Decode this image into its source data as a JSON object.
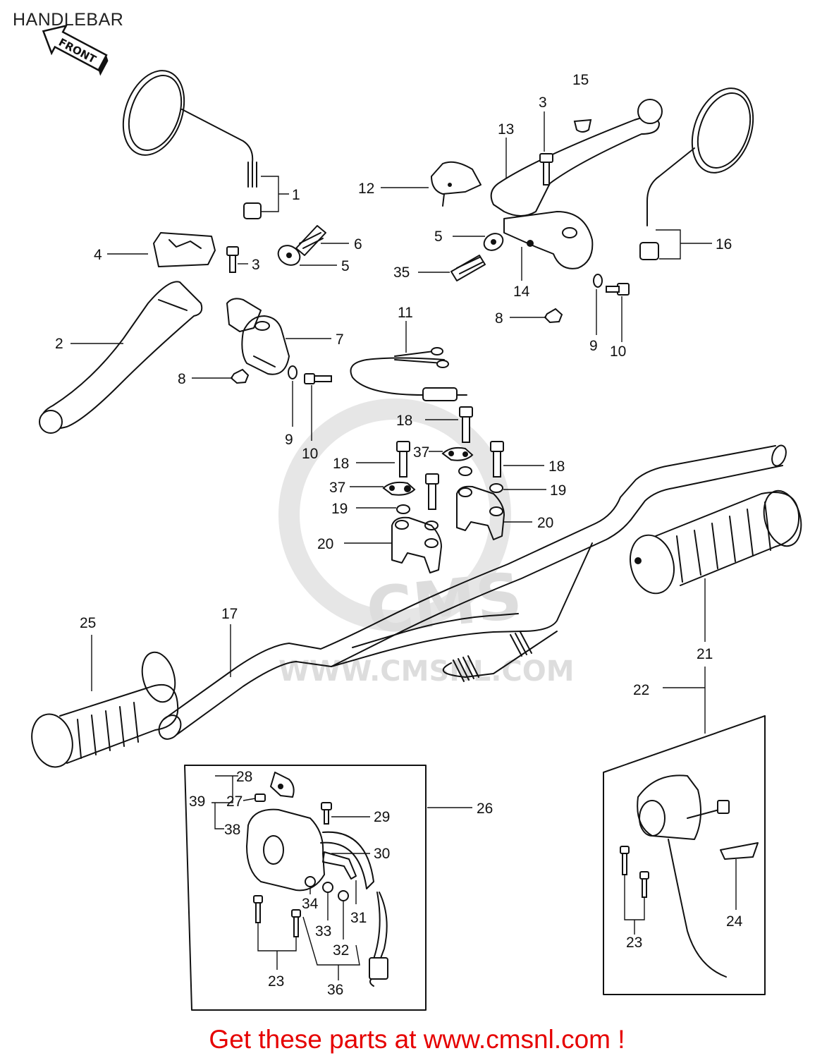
{
  "title": "HANDLEBAR",
  "front_arrow_label": "FRONT",
  "watermark": {
    "logo": "CMS",
    "url": "WWW.CMSNL.COM"
  },
  "footer_text": "Get these parts at www.cmsnl.com !",
  "callouts": {
    "c1": "1",
    "c2": "2",
    "c3a": "3",
    "c3b": "3",
    "c4": "4",
    "c5a": "5",
    "c5b": "5",
    "c6": "6",
    "c7": "7",
    "c8a": "8",
    "c8b": "8",
    "c9a": "9",
    "c9b": "9",
    "c10a": "10",
    "c10b": "10",
    "c11": "11",
    "c12": "12",
    "c13": "13",
    "c14": "14",
    "c15": "15",
    "c16": "16",
    "c17": "17",
    "c18a": "18",
    "c18b": "18",
    "c18c": "18",
    "c19a": "19",
    "c19b": "19",
    "c20a": "20",
    "c20b": "20",
    "c21": "21",
    "c22": "22",
    "c23a": "23",
    "c23b": "23",
    "c24": "24",
    "c25": "25",
    "c26": "26",
    "c27": "27",
    "c28": "28",
    "c29": "29",
    "c30": "30",
    "c31": "31",
    "c32": "32",
    "c33": "33",
    "c34": "34",
    "c35": "35",
    "c36": "36",
    "c37a": "37",
    "c37b": "37",
    "c38": "38",
    "c39": "39"
  }
}
